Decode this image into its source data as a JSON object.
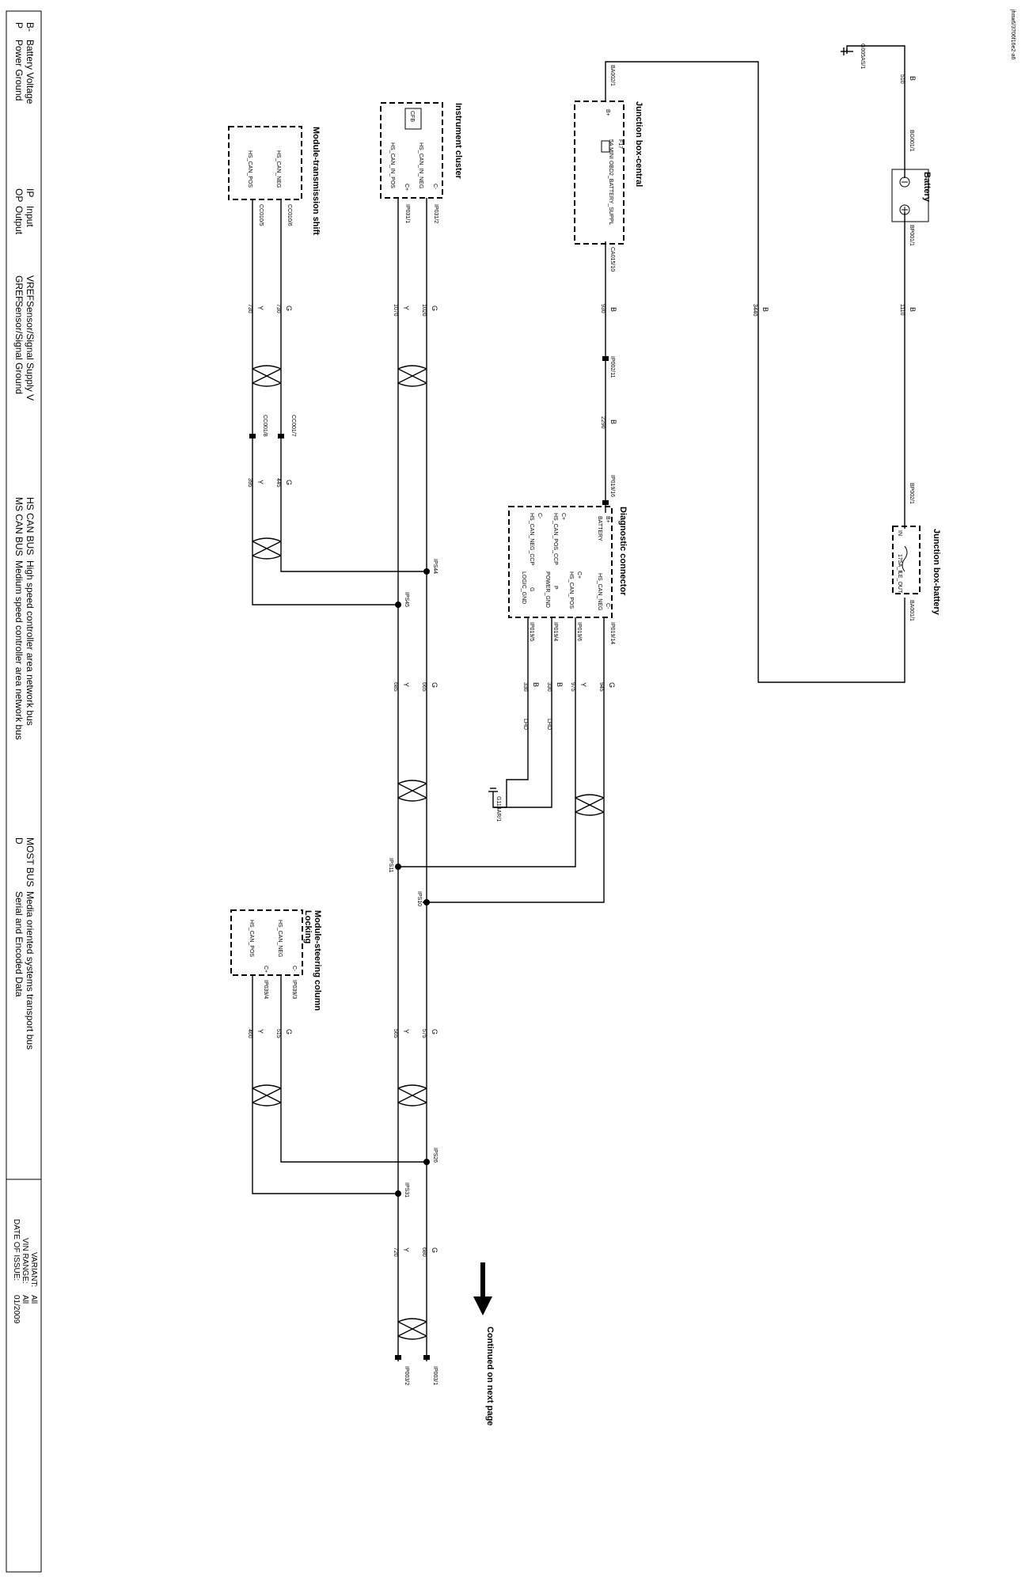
{
  "doc_id": "jhnw6/3706f16e2-a6",
  "continued": "Continued on next page",
  "components": {
    "battery": "Battery",
    "jb_central": "Junction box-central",
    "jb_battery": "Junction box-battery",
    "instrument_cluster": "Instrument cluster",
    "diag_connector": "Diagnostic connector",
    "mod_trans_shift": "Module-transmission shift",
    "mod_steering_l1": "Module-steering column",
    "mod_steering_l2": "Locking"
  },
  "pins": {
    "battery_minus": "BG001/1",
    "battery_plus": "BP001/1",
    "jb_batt_in_conn": "BP002/1",
    "jb_batt_out_conn": "BA001/1",
    "jb_batt_in": "IN",
    "jb_batt_out": "LE_OUT",
    "jb_batt_fuse": "175A_F",
    "jbc_in_conn": "BA002/1",
    "jbc_out_conn": "CA015/10",
    "jbc_bplus": "B+",
    "jbc_fuse": "F17",
    "jbc_fuse_detail": "5A MINI OBD2_BATTERY_SUPPL",
    "ground_g005": "G005AS/1",
    "ground_g114": "G114AR/1",
    "diag_battery": "BATTERY",
    "diag_bplus": "B+",
    "diag_c_minus": "C-",
    "diag_hs_neg": "HS_CAN_NEG",
    "diag_c_plus": "C+",
    "diag_hs_pos": "HS_CAN_POS",
    "diag_hs_pos_ccp": "HS_CAN_POS_CCP",
    "diag_p": "P",
    "diag_power_gnd": "POWER_GND",
    "diag_c_minus2": "C-",
    "diag_hs_neg_ccp": "HS_CAN_NEG_CCP",
    "diag_g": "G",
    "diag_logic_gnd": "LOGIC_GND",
    "diag_p1": "IP019/16",
    "diag_p2": "IP019/14",
    "diag_p3": "IP019/6",
    "diag_p4": "IP019/4",
    "diag_p5": "IP019/5",
    "ic_c_minus": "C-",
    "ic_hs_neg": "HS_CAN_IN_NEG",
    "ic_c_plus": "C+",
    "ic_hs_pos": "HS_CAN_IN_POS",
    "ic_p1": "IP031/2",
    "ic_p2": "IP031/1",
    "ic_badge": "CFB",
    "mts_hs_neg": "HS_CAN_NEG",
    "mts_hs_pos": "HS_CAN_POS",
    "mts_p1": "CC010/6",
    "mts_p2": "CC010/5",
    "mts_inline1": "CC001/7",
    "mts_inline2": "CC001/8",
    "scl_c_minus": "C-",
    "scl_hs_neg": "HS_CAN_NEG",
    "scl_c_plus": "C+",
    "scl_hs_pos": "HS_CAN_POS",
    "scl_p1": "IP039/3",
    "scl_p2": "IP039/4",
    "inline_ip002": "IP002/11",
    "inline_ip019": "IP019/16",
    "out_1": "IP003/1",
    "out_2": "IP003/2",
    "splice_ips44": "IPS44",
    "splice_ips45": "IPS45",
    "splice_ips11": "IPS11",
    "splice_ips10": "IPS10",
    "splice_ips26": "IPS26",
    "splice_ips31": "IPS31"
  },
  "wires": {
    "w510_c": "B",
    "w510_n": "510",
    "w1110_c": "B",
    "w1110_n": "1110",
    "w3440_c": "B",
    "w3440_n": "3440",
    "w930_c": "B",
    "w930_n": "930",
    "w2290_c": "B",
    "w2290_n": "2290",
    "w945_c": "G",
    "w945_n": "945",
    "w975_c": "Y",
    "w975_n": "975",
    "w330a_c": "B",
    "w330a_n": "330",
    "w330a_v": "LHD",
    "w330b_c": "B",
    "w330b_n": "330",
    "w330b_v": "LHD",
    "w1020_c": "G",
    "w1020_n": "1020",
    "w1070_c": "Y",
    "w1070_n": "1070",
    "w730a_c": "G",
    "w730a_n": "730",
    "w730b_c": "Y",
    "w730b_n": "730",
    "w445_c": "G",
    "w445_n": "445",
    "w395_c": "Y",
    "w395_n": "395",
    "w665_c": "G",
    "w665_n": "665",
    "w685_c": "Y",
    "w685_n": "685",
    "w575_c": "G",
    "w575_n": "575",
    "w565_c": "Y",
    "w565_n": "565",
    "w515_c": "G",
    "w515_n": "515",
    "w460_c": "Y",
    "w460_n": "460",
    "w680_c": "G",
    "w680_n": "680",
    "w720_c": "Y",
    "w720_n": "720"
  },
  "legend": [
    {
      "abbr": "B-",
      "text": "Battery Voltage"
    },
    {
      "abbr": "P",
      "text": "Power Ground"
    },
    {
      "abbr": "IP",
      "text": "Input"
    },
    {
      "abbr": "OP",
      "text": "Output"
    },
    {
      "abbr": "VREF",
      "text": "Sensor/Signal Supply V"
    },
    {
      "abbr": "GREF",
      "text": "Sensor/Signal Ground"
    },
    {
      "abbr": "HS CAN BUS",
      "text": "High speed controller area network bus"
    },
    {
      "abbr": "MS CAN BUS",
      "text": "Medium speed controller area network bus"
    },
    {
      "abbr": "MOST BUS",
      "text": "Media oriented systems transport bus"
    },
    {
      "abbr": "D",
      "text": "Serial and Encoded Data"
    }
  ],
  "issue_block": {
    "variant_label": "VARIANT:",
    "variant_value": "All",
    "vin_label": "VIN RANGE:",
    "vin_value": "All",
    "date_label": "DATE OF ISSUE:",
    "date_value": "01/2009"
  }
}
